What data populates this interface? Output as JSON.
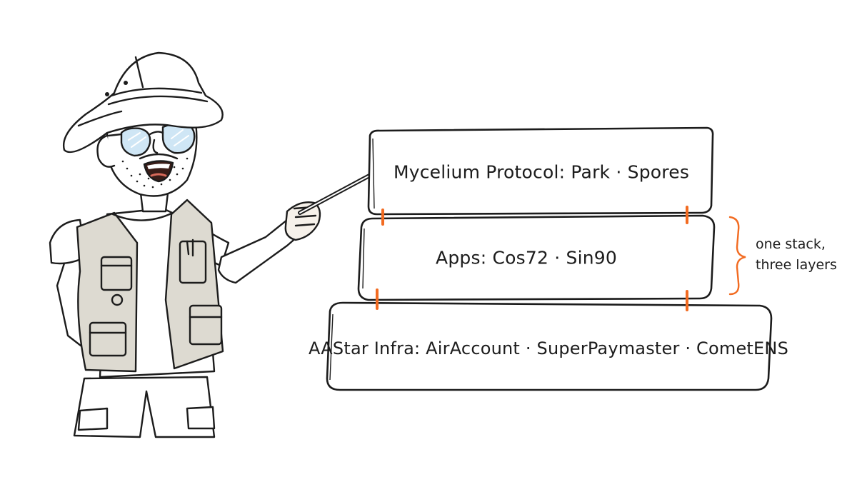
{
  "layers": [
    {
      "label": "Mycelium Protocol: Park · Spores"
    },
    {
      "label": "Apps:  Cos72 · Sin90"
    },
    {
      "label": "AAStar Infra: AirAccount · SuperPaymaster · CometENS"
    }
  ],
  "annotation": {
    "line1": "one stack,",
    "line2": "three layers"
  },
  "colors": {
    "ink": "#1c1c1c",
    "accent": "#f26b21",
    "vest": "#dddad1",
    "lens": "#cfe6f5"
  },
  "icons": [
    "presenter-illustration",
    "pointer-stick",
    "curly-brace"
  ]
}
